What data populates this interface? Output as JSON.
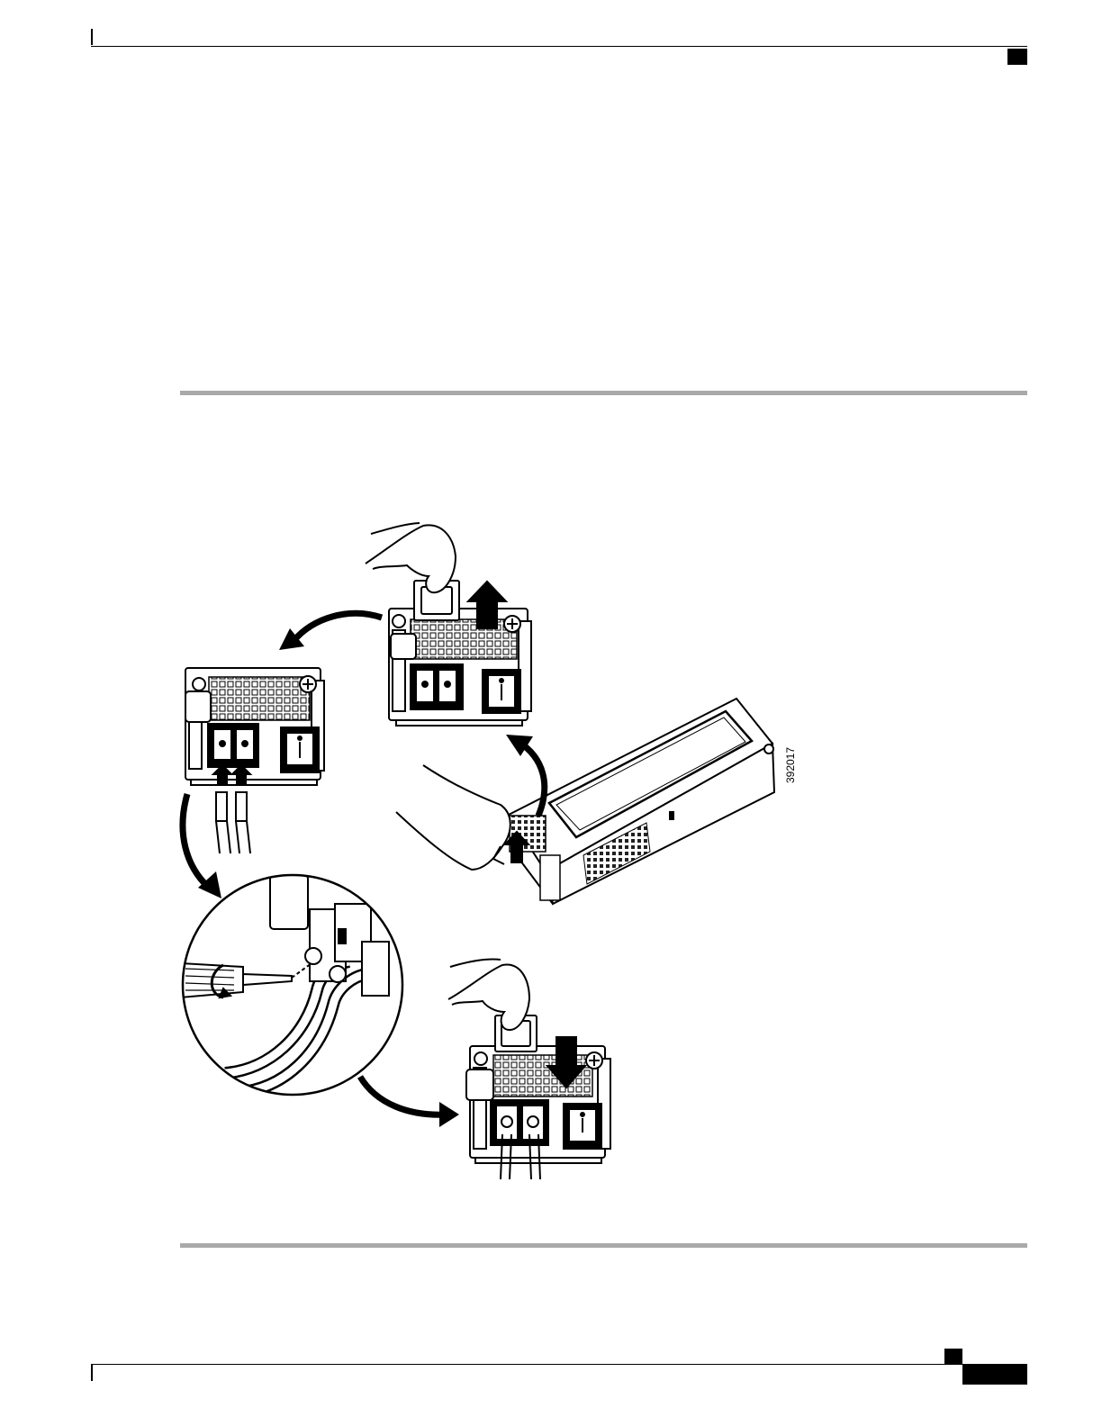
{
  "figure": {
    "figure_number": "392017"
  },
  "icons": {
    "header_marker": "black-square-marker",
    "footer_marker": "black-square-marker",
    "footer_tab": "page-number-tab"
  },
  "colors": {
    "rule": "#a9a9a9",
    "ink": "#000000"
  }
}
